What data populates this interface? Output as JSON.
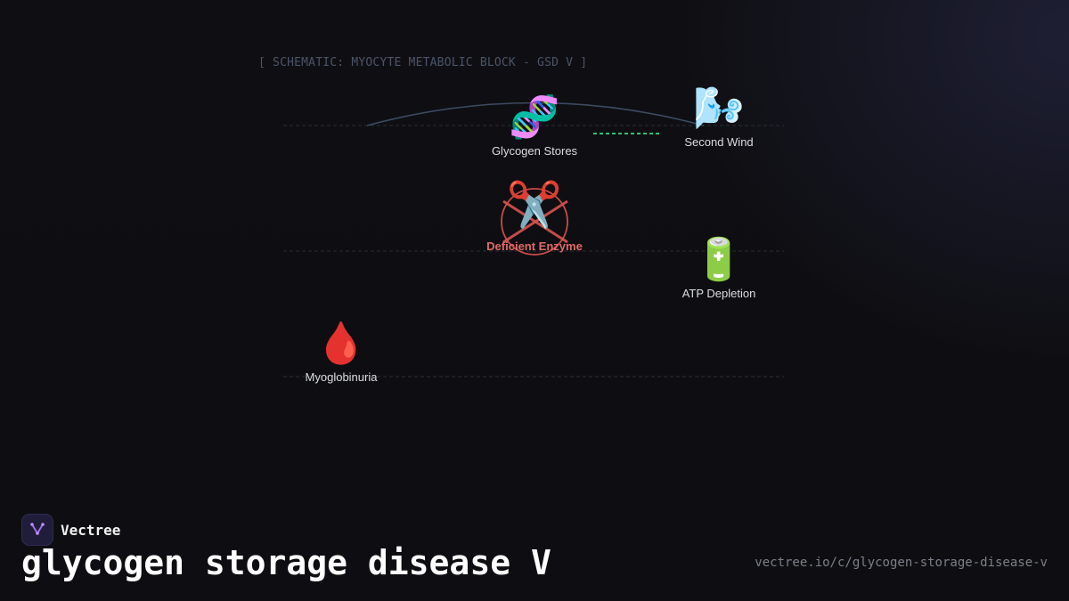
{
  "schematic": {
    "title": "[ SCHEMATIC: MYOCYTE METABOLIC BLOCK - GSD V ]"
  },
  "nodes": {
    "glycogen": {
      "icon": "dna-icon",
      "emoji": "🧬",
      "label": "Glycogen Stores"
    },
    "second_wind": {
      "icon": "wind-face-icon",
      "emoji": "🌬️",
      "label": "Second Wind"
    },
    "enzyme": {
      "icon": "scissors-icon",
      "emoji": "✂️",
      "label": "Deficient Enzyme",
      "status": "blocked"
    },
    "atp": {
      "icon": "battery-icon",
      "emoji": "🔋",
      "label": "ATP Depletion"
    },
    "myoglobinuria": {
      "icon": "blood-drop-icon",
      "emoji": "🩸",
      "label": "Myoglobinuria"
    }
  },
  "colors": {
    "background": "#0f0f13",
    "guide_line": "#2a2d38",
    "arc": "#3c4a63",
    "dashed_link": "#2fbf71",
    "blocked": "#d9534f"
  },
  "brand": {
    "name": "Vectree",
    "icon": "vectree-logo-icon"
  },
  "footer": {
    "title": "glycogen storage disease V",
    "url": "vectree.io/c/glycogen-storage-disease-v"
  }
}
